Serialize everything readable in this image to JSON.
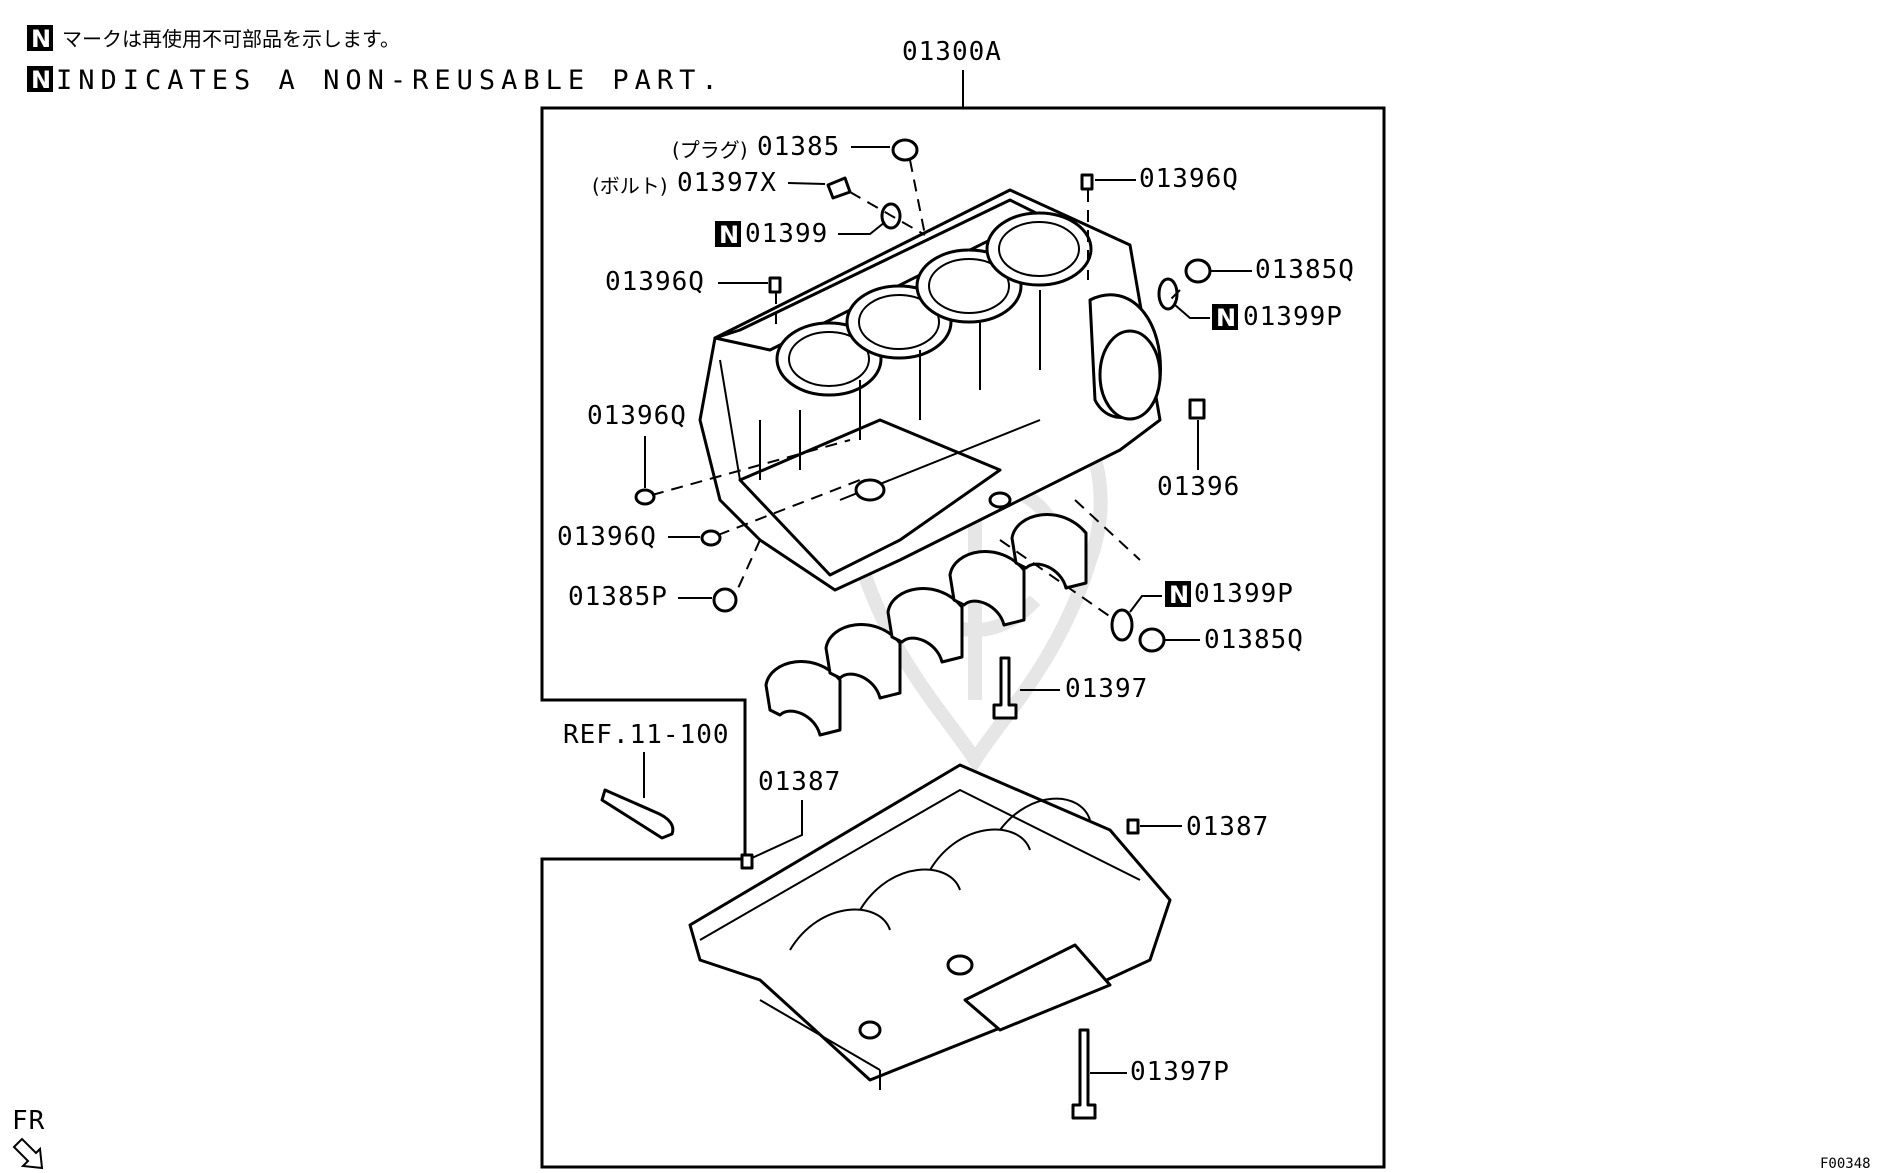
{
  "legend": {
    "n_symbol": "N",
    "note_jp": "マークは再使用不可部品を示します。",
    "note_en": "INDICATES A NON-REUSABLE PART."
  },
  "assembly_number": "01300A",
  "callouts": {
    "plug_prefix": "(プラグ)",
    "plug_01385": "01385",
    "bolt_prefix": "(ボルト)",
    "bolt_01397x": "01397X",
    "washer_01399": "01399",
    "dowel_01396q_top": "01396Q",
    "plug_01385q_right": "01385Q",
    "washer_01399p_right": "01399P",
    "dowel_01396q_left": "01396Q",
    "dowel_01396q_side": "01396Q",
    "dowel_01396": "01396",
    "dowel_01396q_low": "01396Q",
    "plug_01385p": "01385P",
    "washer_01399p_low": "01399P",
    "plug_01385q_low": "01385Q",
    "bolt_01397": "01397",
    "ref": "REF.11-100",
    "dowel_01387_left": "01387",
    "dowel_01387_right": "01387",
    "bolt_01397p": "01397P"
  },
  "direction": {
    "label": "FR",
    "icon": "front-arrow-icon"
  },
  "figure_code": "F00348"
}
